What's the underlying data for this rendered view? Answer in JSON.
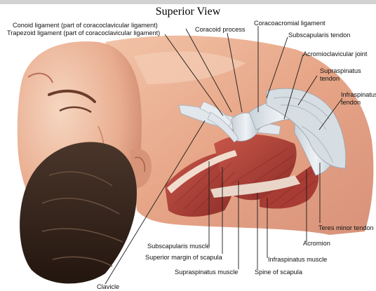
{
  "title": "Superior View",
  "labels": {
    "conoid": "Conoid ligament (part of coracoclavicular ligament)",
    "trapezoid": "Trapezoid ligament (part of coracoclavicular ligament)",
    "coracoid": "Coracoid process",
    "coracoacromial": "Coracoacromial ligament",
    "subscapularis_tendon": "Subscapularis tendon",
    "ac_joint": "Acromioclavicular joint",
    "supraspinatus_tendon_1": "Supraspinatus",
    "supraspinatus_tendon_2": "tendon",
    "infraspinatus_tendon_1": "Infraspinatus",
    "infraspinatus_tendon_2": "tendon",
    "teres_minor": "Teres minor tendon",
    "acromion": "Acromion",
    "infraspinatus_muscle": "Infraspinatus muscle",
    "spine_scapula": "Spine of scapula",
    "supraspinatus_muscle": "Supraspinatus muscle",
    "superior_margin": "Superior margin of scapula",
    "subscapularis_muscle": "Subscapularis muscle",
    "clavicle": "Clavicle"
  },
  "colors": {
    "skin_light": "#f3c9b0",
    "skin": "#e6a789",
    "skin_shadow": "#b8705a",
    "hair": "#3a2a22",
    "muscle": "#b8473d",
    "muscle_dark": "#8e2f2a",
    "tendon": "#dfe5ea",
    "bone": "#ece7de",
    "leader": "#1a1a1a"
  }
}
